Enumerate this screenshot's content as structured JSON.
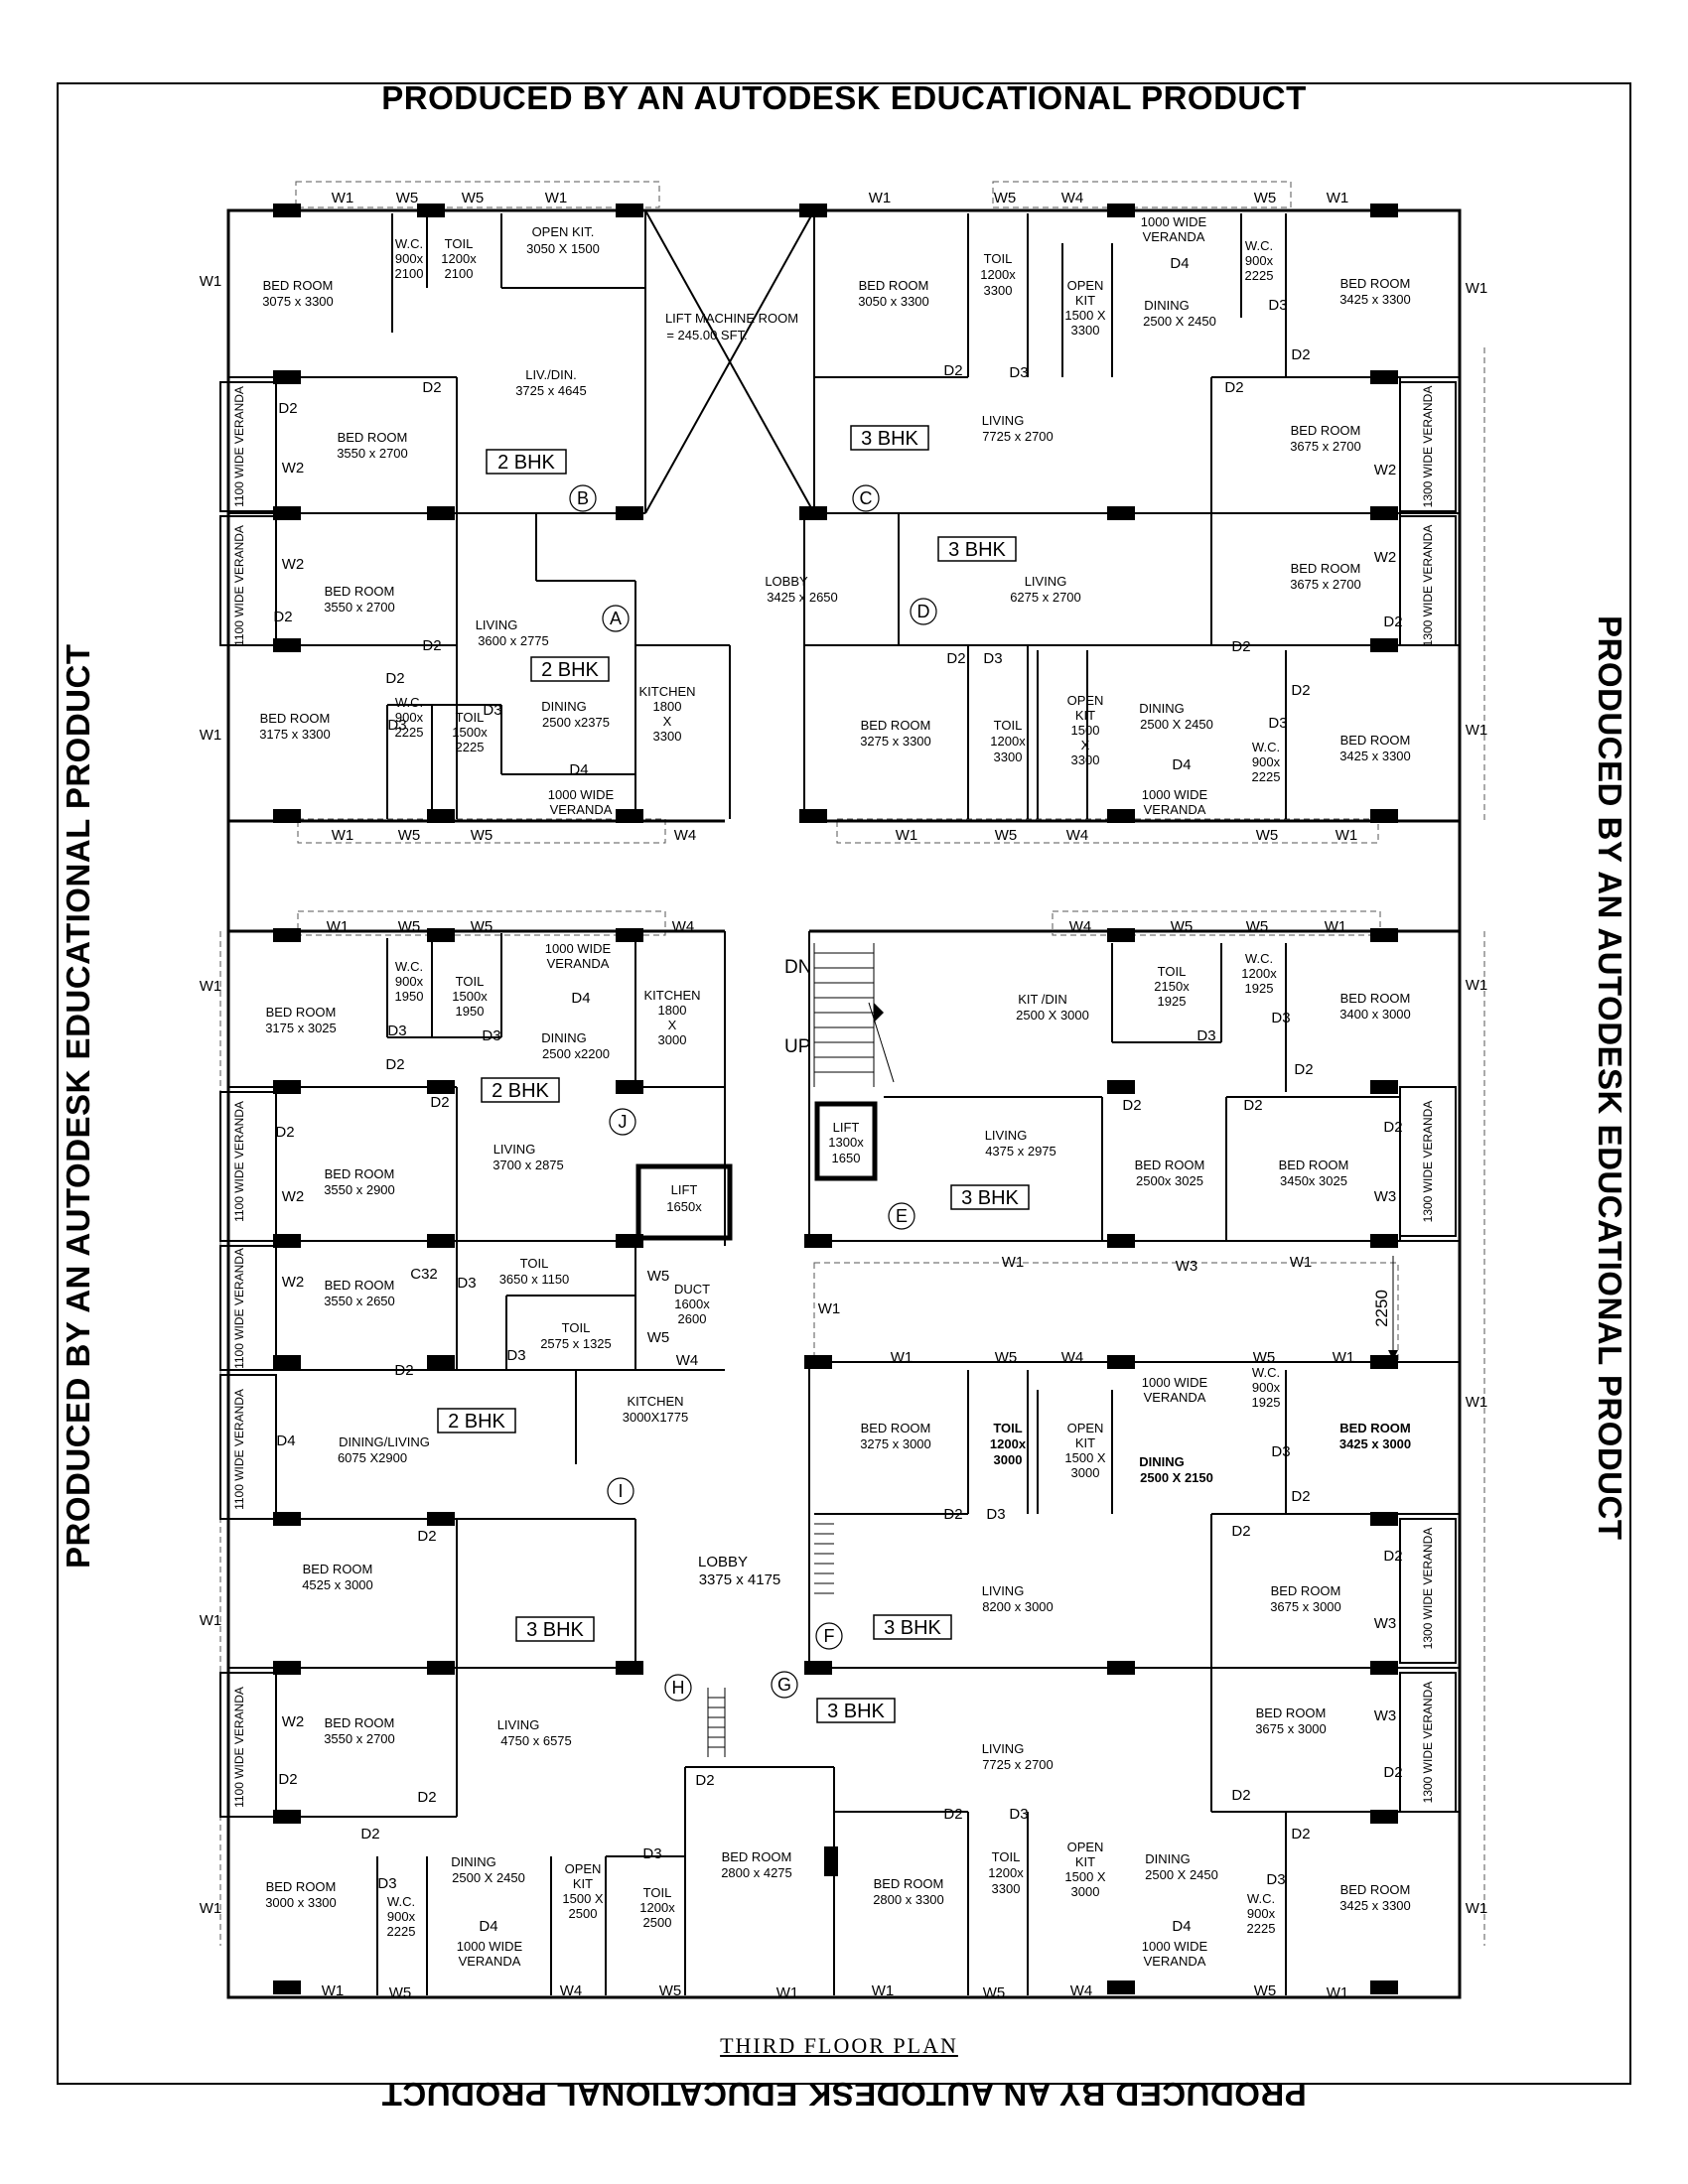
{
  "banners": {
    "text": "PRODUCED BY AN AUTODESK EDUCATIONAL PRODUCT"
  },
  "caption": "THIRD  FLOOR  PLAN",
  "rooms": {
    "r1": {
      "name": "BED ROOM",
      "size": "3075 x 3300"
    },
    "r2": {
      "name": "W.C.",
      "size1": "900x",
      "size2": "2100"
    },
    "r3": {
      "name": "TOIL",
      "size1": "1200x",
      "size2": "2100"
    },
    "r4": {
      "name": "OPEN KIT.",
      "size": "3050 X 1500"
    },
    "r5": {
      "name": "LIFT MACHINE ROOM",
      "size": "= 245.00 SFT."
    },
    "r6": {
      "name": "BED ROOM",
      "size": "3050 x 3300"
    },
    "r7": {
      "name": "TOIL",
      "size1": "1200x",
      "size2": "3300"
    },
    "r8": {
      "l1": "OPEN",
      "l2": "KIT",
      "l3": "1500 X",
      "l4": "3300"
    },
    "r9": {
      "l1": "1000 WIDE",
      "l2": "VERANDA"
    },
    "r10": {
      "name": "DINING",
      "size": "2500 X 2450"
    },
    "r11": {
      "name": "W.C.",
      "size1": "900x",
      "size2": "2225"
    },
    "r12": {
      "name": "BED ROOM",
      "size": "3425 x 3300"
    },
    "r13": {
      "name": "LIV./DIN.",
      "size": "3725 x 4645"
    },
    "r14": {
      "name": "BED ROOM",
      "size": "3550 x 2700"
    },
    "r15": {
      "name": "LIVING",
      "size": "7725 x 2700"
    },
    "r16": {
      "name": "BED ROOM",
      "size": "3675 x 2700"
    },
    "r17": {
      "name": "BED ROOM",
      "size": "3550 x 2700"
    },
    "r18": {
      "name": "LOBBY",
      "size": "3425 x 2650"
    },
    "r19": {
      "name": "LIVING",
      "size": "6275 x 2700"
    },
    "r20": {
      "name": "BED ROOM",
      "size": "3675 x 2700"
    },
    "r21": {
      "name": "LIVING",
      "size": "3600 x 2775"
    },
    "r22": {
      "name": "BED ROOM",
      "size": "3175 x 3300"
    },
    "r23": {
      "name": "DINING",
      "size": "2500 x2375"
    },
    "r24": {
      "name": "W.C.",
      "size1": "900x",
      "size2": "2225"
    },
    "r25": {
      "name": "TOIL",
      "size1": "1500x",
      "size2": "2225"
    },
    "r26": {
      "l1": "KITCHEN",
      "l2": "1800",
      "l3": "X",
      "l4": "3300"
    },
    "r27": {
      "l1": "1000 WIDE",
      "l2": "VERANDA"
    },
    "r28": {
      "name": "BED ROOM",
      "size": "3275 x 3300"
    },
    "r29": {
      "name": "TOIL",
      "size1": "1200x",
      "size2": "3300"
    },
    "r30": {
      "l1": "OPEN",
      "l2": "KIT",
      "l3": "1500",
      "l4": "X",
      "l5": "3300"
    },
    "r31": {
      "name": "DINING",
      "size": "2500 X 2450"
    },
    "r32": {
      "l1": "1000 WIDE",
      "l2": "VERANDA"
    },
    "r33": {
      "name": "W.C.",
      "size1": "900x",
      "size2": "2225"
    },
    "r34": {
      "name": "BED ROOM",
      "size": "3425 x 3300"
    },
    "r35": {
      "name": "BED ROOM",
      "size": "3175 x 3025"
    },
    "r36": {
      "name": "W.C.",
      "size1": "900x",
      "size2": "1950"
    },
    "r37": {
      "name": "TOIL",
      "size1": "1500x",
      "size2": "1950"
    },
    "r38": {
      "l1": "1000 WIDE",
      "l2": "VERANDA"
    },
    "r39": {
      "name": "DINING",
      "size": "2500 x2200"
    },
    "r40": {
      "l1": "KITCHEN",
      "l2": "1800",
      "l3": "X",
      "l4": "3000"
    },
    "r41": {
      "name": "KIT /DIN",
      "size": "2500 X 3000"
    },
    "r42": {
      "name": "TOIL",
      "size1": "2150x",
      "size2": "1925"
    },
    "r43": {
      "name": "W.C.",
      "size1": "1200x",
      "size2": "1925"
    },
    "r44": {
      "name": "BED ROOM",
      "size": "3400 x 3000"
    },
    "r45": {
      "name": "BED ROOM",
      "size": "3550 x 2900"
    },
    "r46": {
      "name": "LIVING",
      "size": "3700 x 2875"
    },
    "r47": {
      "name": "LIFT",
      "size1": "1300x",
      "size2": "1650"
    },
    "r48": {
      "name": "LIFT",
      "size": "1650x"
    },
    "r49": {
      "name": "LIVING",
      "size": "4375 x 2975"
    },
    "r50": {
      "name": "BED ROOM",
      "size": "2500x 3025"
    },
    "r51": {
      "name": "BED ROOM",
      "size": "3450x 3025"
    },
    "r52": {
      "name": "BED ROOM",
      "size": "3550 x 2650"
    },
    "r53": {
      "name": "TOIL",
      "size": "3650 x 1150"
    },
    "r54": {
      "name": "TOIL",
      "size": "2575 x 1325"
    },
    "r55": {
      "name": "DUCT",
      "size1": "1600x",
      "size2": "2600"
    },
    "r56": {
      "name": "KITCHEN",
      "size": "3000X1775"
    },
    "r57": {
      "name": "DINING/LIVING",
      "size": "6075 X2900"
    },
    "r58": {
      "name": "BED ROOM",
      "size": "3275 x 3000"
    },
    "r59": {
      "name": "TOIL",
      "size1": "1200x",
      "size2": "3000"
    },
    "r60": {
      "l1": "OPEN",
      "l2": "KIT",
      "l3": "1500 X",
      "l4": "3000"
    },
    "r61": {
      "l1": "1000 WIDE",
      "l2": "VERANDA"
    },
    "r62": {
      "name": "DINING",
      "size": "2500 X 2150"
    },
    "r63": {
      "name": "W.C.",
      "size1": "900x",
      "size2": "1925"
    },
    "r64": {
      "name": "BED ROOM",
      "size": "3425 x 3000"
    },
    "r65": {
      "name": "BED ROOM",
      "size": "4525 x 3000"
    },
    "r66": {
      "name": "LOBBY",
      "size": "3375 x 4175"
    },
    "r67": {
      "name": "LIVING",
      "size": "8200 x 3000"
    },
    "r68": {
      "name": "BED ROOM",
      "size": "3675 x 3000"
    },
    "r69": {
      "name": "BED ROOM",
      "size": "3550 x 2700"
    },
    "r70": {
      "name": "LIVING",
      "size": "4750 x 6575"
    },
    "r71": {
      "name": "LIVING",
      "size": "7725 x 2700"
    },
    "r72": {
      "name": "BED ROOM",
      "size": "3675 x 3000"
    },
    "r73": {
      "name": "BED ROOM",
      "size": "3000 x 3300"
    },
    "r74": {
      "name": "W.C.",
      "size1": "900x",
      "size2": "2225"
    },
    "r75": {
      "name": "DINING",
      "size": "2500 X 2450"
    },
    "r76": {
      "l1": "OPEN",
      "l2": "KIT",
      "l3": "1500 X",
      "l4": "2500"
    },
    "r77": {
      "name": "TOIL",
      "size1": "1200x",
      "size2": "2500"
    },
    "r78": {
      "l1": "1000 WIDE",
      "l2": "VERANDA"
    },
    "r79": {
      "name": "BED ROOM",
      "size": "2800 x 4275"
    },
    "r80": {
      "name": "BED ROOM",
      "size": "2800 x 3300"
    },
    "r81": {
      "name": "TOIL",
      "size1": "1200x",
      "size2": "3300"
    },
    "r82": {
      "l1": "OPEN",
      "l2": "KIT",
      "l3": "1500 X",
      "l4": "3000"
    },
    "r83": {
      "name": "DINING",
      "size": "2500 X 2450"
    },
    "r84": {
      "l1": "1000 WIDE",
      "l2": "VERANDA"
    },
    "r85": {
      "name": "W.C.",
      "size1": "900x",
      "size2": "2225"
    },
    "r86": {
      "name": "BED ROOM",
      "size": "3425 x 3300"
    }
  },
  "units": {
    "u1": "2 BHK",
    "u2": "3 BHK",
    "u3": "3 BHK",
    "u4": "2 BHK",
    "u5": "2 BHK",
    "u6": "3 BHK",
    "u7": "2 BHK",
    "u8": "3 BHK",
    "u9": "3 BHK",
    "u10": "3 BHK"
  },
  "markers": {
    "A": "A",
    "B": "B",
    "C": "C",
    "D": "D",
    "E": "E",
    "F": "F",
    "G": "G",
    "H": "H",
    "I": "I",
    "J": "J"
  },
  "verandas": {
    "side": "1100 WIDE VERANDA",
    "side_right": "1300 WIDE VERANDA"
  },
  "tags": {
    "w1": "W1",
    "w2": "W2",
    "w3": "W3",
    "w4": "W4",
    "w5": "W5",
    "d2": "D2",
    "d3": "D3",
    "d4": "D4",
    "c32": "C32",
    "dn": "DN",
    "up": "UP",
    "dim": "2250"
  }
}
